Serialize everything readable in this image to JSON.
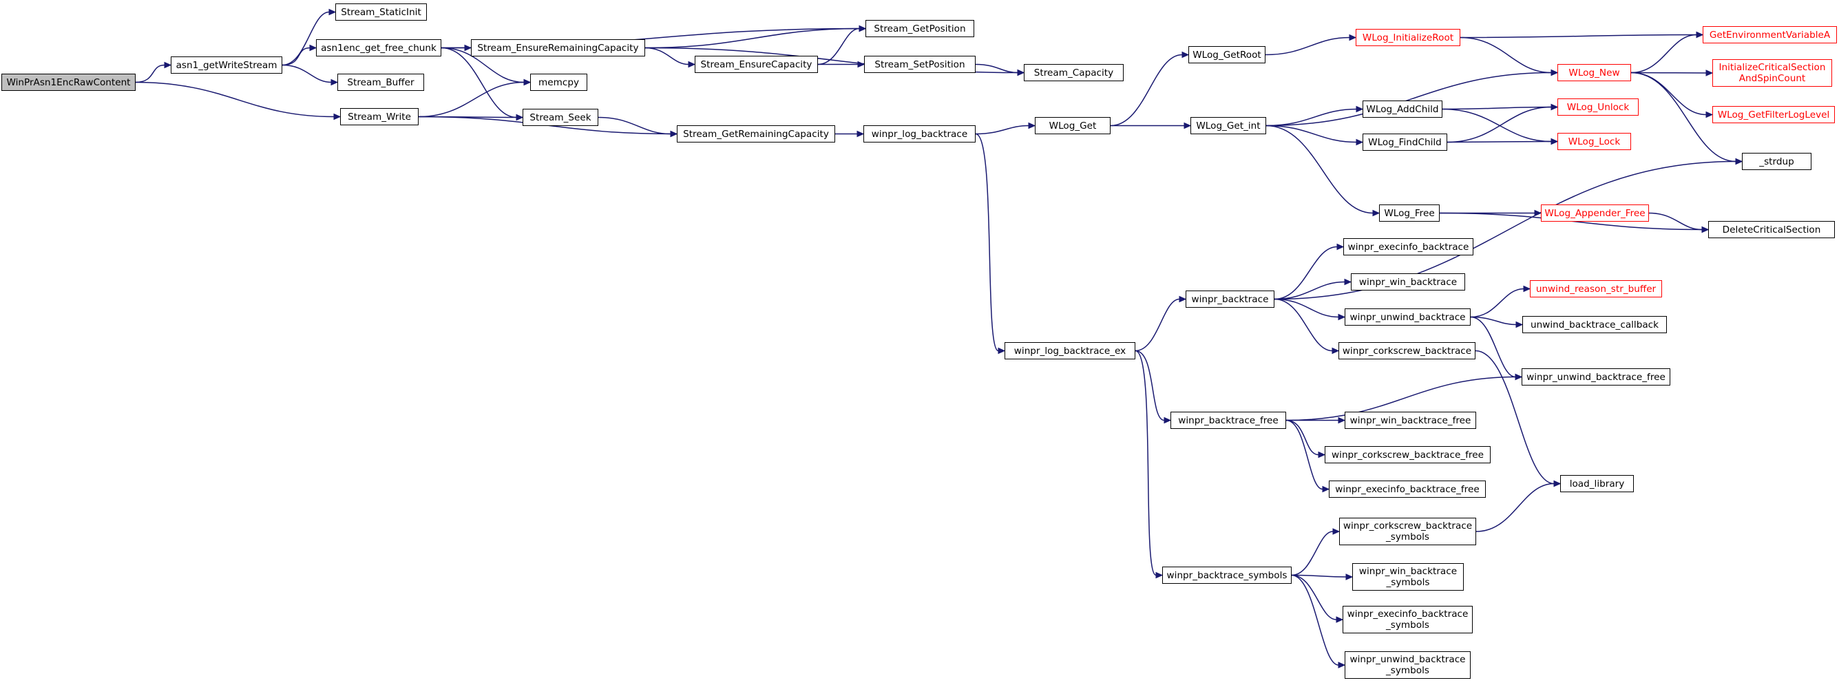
{
  "nodes": [
    {
      "id": "root",
      "label": "WinPrAsn1EncRawContent",
      "style": "root"
    },
    {
      "id": "getWriteStream",
      "label": "asn1_getWriteStream",
      "style": "black"
    },
    {
      "id": "staticInit",
      "label": "Stream_StaticInit",
      "style": "black"
    },
    {
      "id": "freeChunk",
      "label": "asn1enc_get_free_chunk",
      "style": "black"
    },
    {
      "id": "buffer",
      "label": "Stream_Buffer",
      "style": "black"
    },
    {
      "id": "write",
      "label": "Stream_Write",
      "style": "black"
    },
    {
      "id": "ensureRem",
      "label": "Stream_EnsureRemainingCapacity",
      "style": "black"
    },
    {
      "id": "memcpy",
      "label": "memcpy",
      "style": "black"
    },
    {
      "id": "seek",
      "label": "Stream_Seek",
      "style": "black"
    },
    {
      "id": "getPos",
      "label": "Stream_GetPosition",
      "style": "black"
    },
    {
      "id": "ensureCap",
      "label": "Stream_EnsureCapacity",
      "style": "black"
    },
    {
      "id": "setPos",
      "label": "Stream_SetPosition",
      "style": "black"
    },
    {
      "id": "capacity",
      "label": "Stream_Capacity",
      "style": "black"
    },
    {
      "id": "getRemCap",
      "label": "Stream_GetRemainingCapacity",
      "style": "black"
    },
    {
      "id": "logBt",
      "label": "winpr_log_backtrace",
      "style": "black"
    },
    {
      "id": "wlogGet",
      "label": "WLog_Get",
      "style": "black"
    },
    {
      "id": "getRoot",
      "label": "WLog_GetRoot",
      "style": "black"
    },
    {
      "id": "initRoot",
      "label": "WLog_InitializeRoot",
      "style": "red"
    },
    {
      "id": "getEnv",
      "label": "GetEnvironmentVariableA",
      "style": "red"
    },
    {
      "id": "wlogNew",
      "label": "WLog_New",
      "style": "red"
    },
    {
      "id": "initCS",
      "label": "InitializeCriticalSection\nAndSpinCount",
      "style": "red"
    },
    {
      "id": "filterLvl",
      "label": "WLog_GetFilterLogLevel",
      "style": "red"
    },
    {
      "id": "getInt",
      "label": "WLog_Get_int",
      "style": "black"
    },
    {
      "id": "addChild",
      "label": "WLog_AddChild",
      "style": "black"
    },
    {
      "id": "findChild",
      "label": "WLog_FindChild",
      "style": "black"
    },
    {
      "id": "unlock",
      "label": "WLog_Unlock",
      "style": "red"
    },
    {
      "id": "lock",
      "label": "WLog_Lock",
      "style": "red"
    },
    {
      "id": "strdup",
      "label": "_strdup",
      "style": "black"
    },
    {
      "id": "wlogFree",
      "label": "WLog_Free",
      "style": "black"
    },
    {
      "id": "appFree",
      "label": "WLog_Appender_Free",
      "style": "red"
    },
    {
      "id": "delCS",
      "label": "DeleteCriticalSection",
      "style": "black"
    },
    {
      "id": "execBt",
      "label": "winpr_execinfo_backtrace",
      "style": "black"
    },
    {
      "id": "bt",
      "label": "winpr_backtrace",
      "style": "black"
    },
    {
      "id": "winBt",
      "label": "winpr_win_backtrace",
      "style": "black"
    },
    {
      "id": "unwindReason",
      "label": "unwind_reason_str_buffer",
      "style": "red"
    },
    {
      "id": "unwindBt",
      "label": "winpr_unwind_backtrace",
      "style": "black"
    },
    {
      "id": "unwindCb",
      "label": "unwind_backtrace_callback",
      "style": "black"
    },
    {
      "id": "logBtEx",
      "label": "winpr_log_backtrace_ex",
      "style": "black"
    },
    {
      "id": "corkBt",
      "label": "winpr_corkscrew_backtrace",
      "style": "black"
    },
    {
      "id": "unwindFree",
      "label": "winpr_unwind_backtrace_free",
      "style": "black"
    },
    {
      "id": "btFree",
      "label": "winpr_backtrace_free",
      "style": "black"
    },
    {
      "id": "winFree",
      "label": "winpr_win_backtrace_free",
      "style": "black"
    },
    {
      "id": "corkFree",
      "label": "winpr_corkscrew_backtrace_free",
      "style": "black"
    },
    {
      "id": "execFree",
      "label": "winpr_execinfo_backtrace_free",
      "style": "black"
    },
    {
      "id": "loadLib",
      "label": "load_library",
      "style": "black"
    },
    {
      "id": "corkSym",
      "label": "winpr_corkscrew_backtrace\n_symbols",
      "style": "black"
    },
    {
      "id": "btSym",
      "label": "winpr_backtrace_symbols",
      "style": "black"
    },
    {
      "id": "winSym",
      "label": "winpr_win_backtrace\n_symbols",
      "style": "black"
    },
    {
      "id": "execSym",
      "label": "winpr_execinfo_backtrace\n_symbols",
      "style": "black"
    },
    {
      "id": "unwindSym",
      "label": "winpr_unwind_backtrace\n_symbols",
      "style": "black"
    }
  ],
  "edges": [
    [
      "root",
      "getWriteStream"
    ],
    [
      "root",
      "write"
    ],
    [
      "getWriteStream",
      "staticInit"
    ],
    [
      "getWriteStream",
      "freeChunk"
    ],
    [
      "getWriteStream",
      "buffer"
    ],
    [
      "freeChunk",
      "getPos"
    ],
    [
      "freeChunk",
      "ensureRem"
    ],
    [
      "freeChunk",
      "memcpy"
    ],
    [
      "freeChunk",
      "seek"
    ],
    [
      "ensureRem",
      "getPos"
    ],
    [
      "ensureRem",
      "ensureCap"
    ],
    [
      "ensureRem",
      "capacity"
    ],
    [
      "ensureCap",
      "getPos"
    ],
    [
      "ensureCap",
      "setPos"
    ],
    [
      "setPos",
      "capacity"
    ],
    [
      "write",
      "memcpy"
    ],
    [
      "write",
      "seek"
    ],
    [
      "write",
      "getRemCap"
    ],
    [
      "seek",
      "getRemCap"
    ],
    [
      "getRemCap",
      "logBt"
    ],
    [
      "logBt",
      "wlogGet"
    ],
    [
      "logBt",
      "logBtEx"
    ],
    [
      "wlogGet",
      "getRoot"
    ],
    [
      "wlogGet",
      "getInt"
    ],
    [
      "getRoot",
      "initRoot"
    ],
    [
      "initRoot",
      "getEnv"
    ],
    [
      "initRoot",
      "wlogNew"
    ],
    [
      "wlogNew",
      "getEnv"
    ],
    [
      "wlogNew",
      "initCS"
    ],
    [
      "wlogNew",
      "filterLvl"
    ],
    [
      "wlogNew",
      "strdup"
    ],
    [
      "getInt",
      "wlogNew"
    ],
    [
      "getInt",
      "addChild"
    ],
    [
      "getInt",
      "findChild"
    ],
    [
      "getInt",
      "wlogFree"
    ],
    [
      "addChild",
      "unlock"
    ],
    [
      "addChild",
      "lock"
    ],
    [
      "findChild",
      "unlock"
    ],
    [
      "findChild",
      "lock"
    ],
    [
      "wlogFree",
      "appFree"
    ],
    [
      "wlogFree",
      "delCS"
    ],
    [
      "appFree",
      "delCS"
    ],
    [
      "logBtEx",
      "bt"
    ],
    [
      "logBtEx",
      "btFree"
    ],
    [
      "logBtEx",
      "btSym"
    ],
    [
      "bt",
      "strdup"
    ],
    [
      "bt",
      "execBt"
    ],
    [
      "bt",
      "winBt"
    ],
    [
      "bt",
      "unwindBt"
    ],
    [
      "bt",
      "corkBt"
    ],
    [
      "unwindBt",
      "unwindReason"
    ],
    [
      "unwindBt",
      "unwindCb"
    ],
    [
      "unwindBt",
      "unwindFree"
    ],
    [
      "corkBt",
      "loadLib"
    ],
    [
      "btFree",
      "unwindFree"
    ],
    [
      "btFree",
      "winFree"
    ],
    [
      "btFree",
      "corkFree"
    ],
    [
      "btFree",
      "execFree"
    ],
    [
      "btSym",
      "corkSym"
    ],
    [
      "btSym",
      "winSym"
    ],
    [
      "btSym",
      "execSym"
    ],
    [
      "btSym",
      "unwindSym"
    ],
    [
      "corkSym",
      "loadLib"
    ]
  ]
}
